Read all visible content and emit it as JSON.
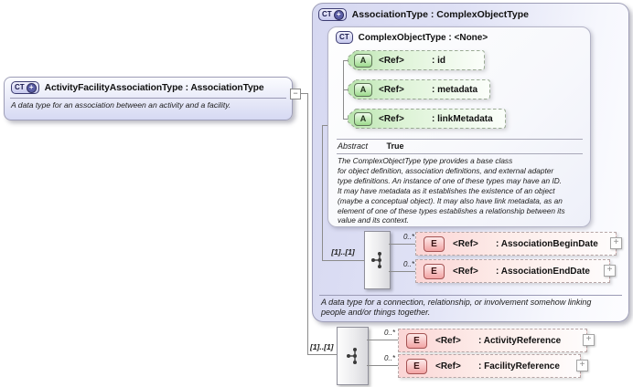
{
  "left_box": {
    "icon": "CT",
    "icon_badge": "+",
    "title": "ActivityFacilityAssociationType : AssociationType",
    "description": "A data type for an association between an activity and a facility.",
    "collapse_glyph": "−"
  },
  "type_box": {
    "icon": "CT",
    "icon_badge": "+",
    "title": "AssociationType : ComplexObjectType",
    "description": "A data type for a connection, relationship, or involvement somehow linking\npeople and/or things together.",
    "base_box": {
      "icon": "CT",
      "title": "ComplexObjectType : <None>",
      "attributes": [
        {
          "icon": "A",
          "ref": "<Ref>",
          "name": ": id"
        },
        {
          "icon": "A",
          "ref": "<Ref>",
          "name": ": metadata"
        },
        {
          "icon": "A",
          "ref": "<Ref>",
          "name": ": linkMetadata"
        }
      ],
      "abstract_label": "Abstract",
      "abstract_value": "True",
      "description": "The ComplexObjectType type provides a base class\nfor object definition, association definitions, and external adapter\ntype definitions. An instance of one of these types may have an ID.\nIt may have metadata as it establishes the existence of an object\n(maybe a conceptual object). It may also have link metadata, as an\nelement of one of these types establishes a relationship between its\nvalue and its context."
    },
    "sequence": {
      "cardinality": "[1]..[1]",
      "elements": [
        {
          "icon": "E",
          "occurs": "0..*",
          "ref": "<Ref>",
          "name": ": AssociationBeginDate",
          "expand": "+"
        },
        {
          "icon": "E",
          "occurs": "0..*",
          "ref": "<Ref>",
          "name": ": AssociationEndDate",
          "expand": "+"
        }
      ]
    }
  },
  "root_sequence": {
    "cardinality": "[1]..[1]",
    "elements": [
      {
        "icon": "E",
        "occurs": "0..*",
        "ref": "<Ref>",
        "name": ": ActivityReference",
        "expand": "+"
      },
      {
        "icon": "E",
        "occurs": "0..*",
        "ref": "<Ref>",
        "name": ": FacilityReference",
        "expand": "+"
      }
    ]
  },
  "palette": {
    "lavender_box": "#d7d9f2",
    "attribute_green": "#b8e4ac",
    "element_pink": "#fbd5d5",
    "connector_line": "#8c8c8c",
    "badge_indigo": "#5b5ea6"
  }
}
